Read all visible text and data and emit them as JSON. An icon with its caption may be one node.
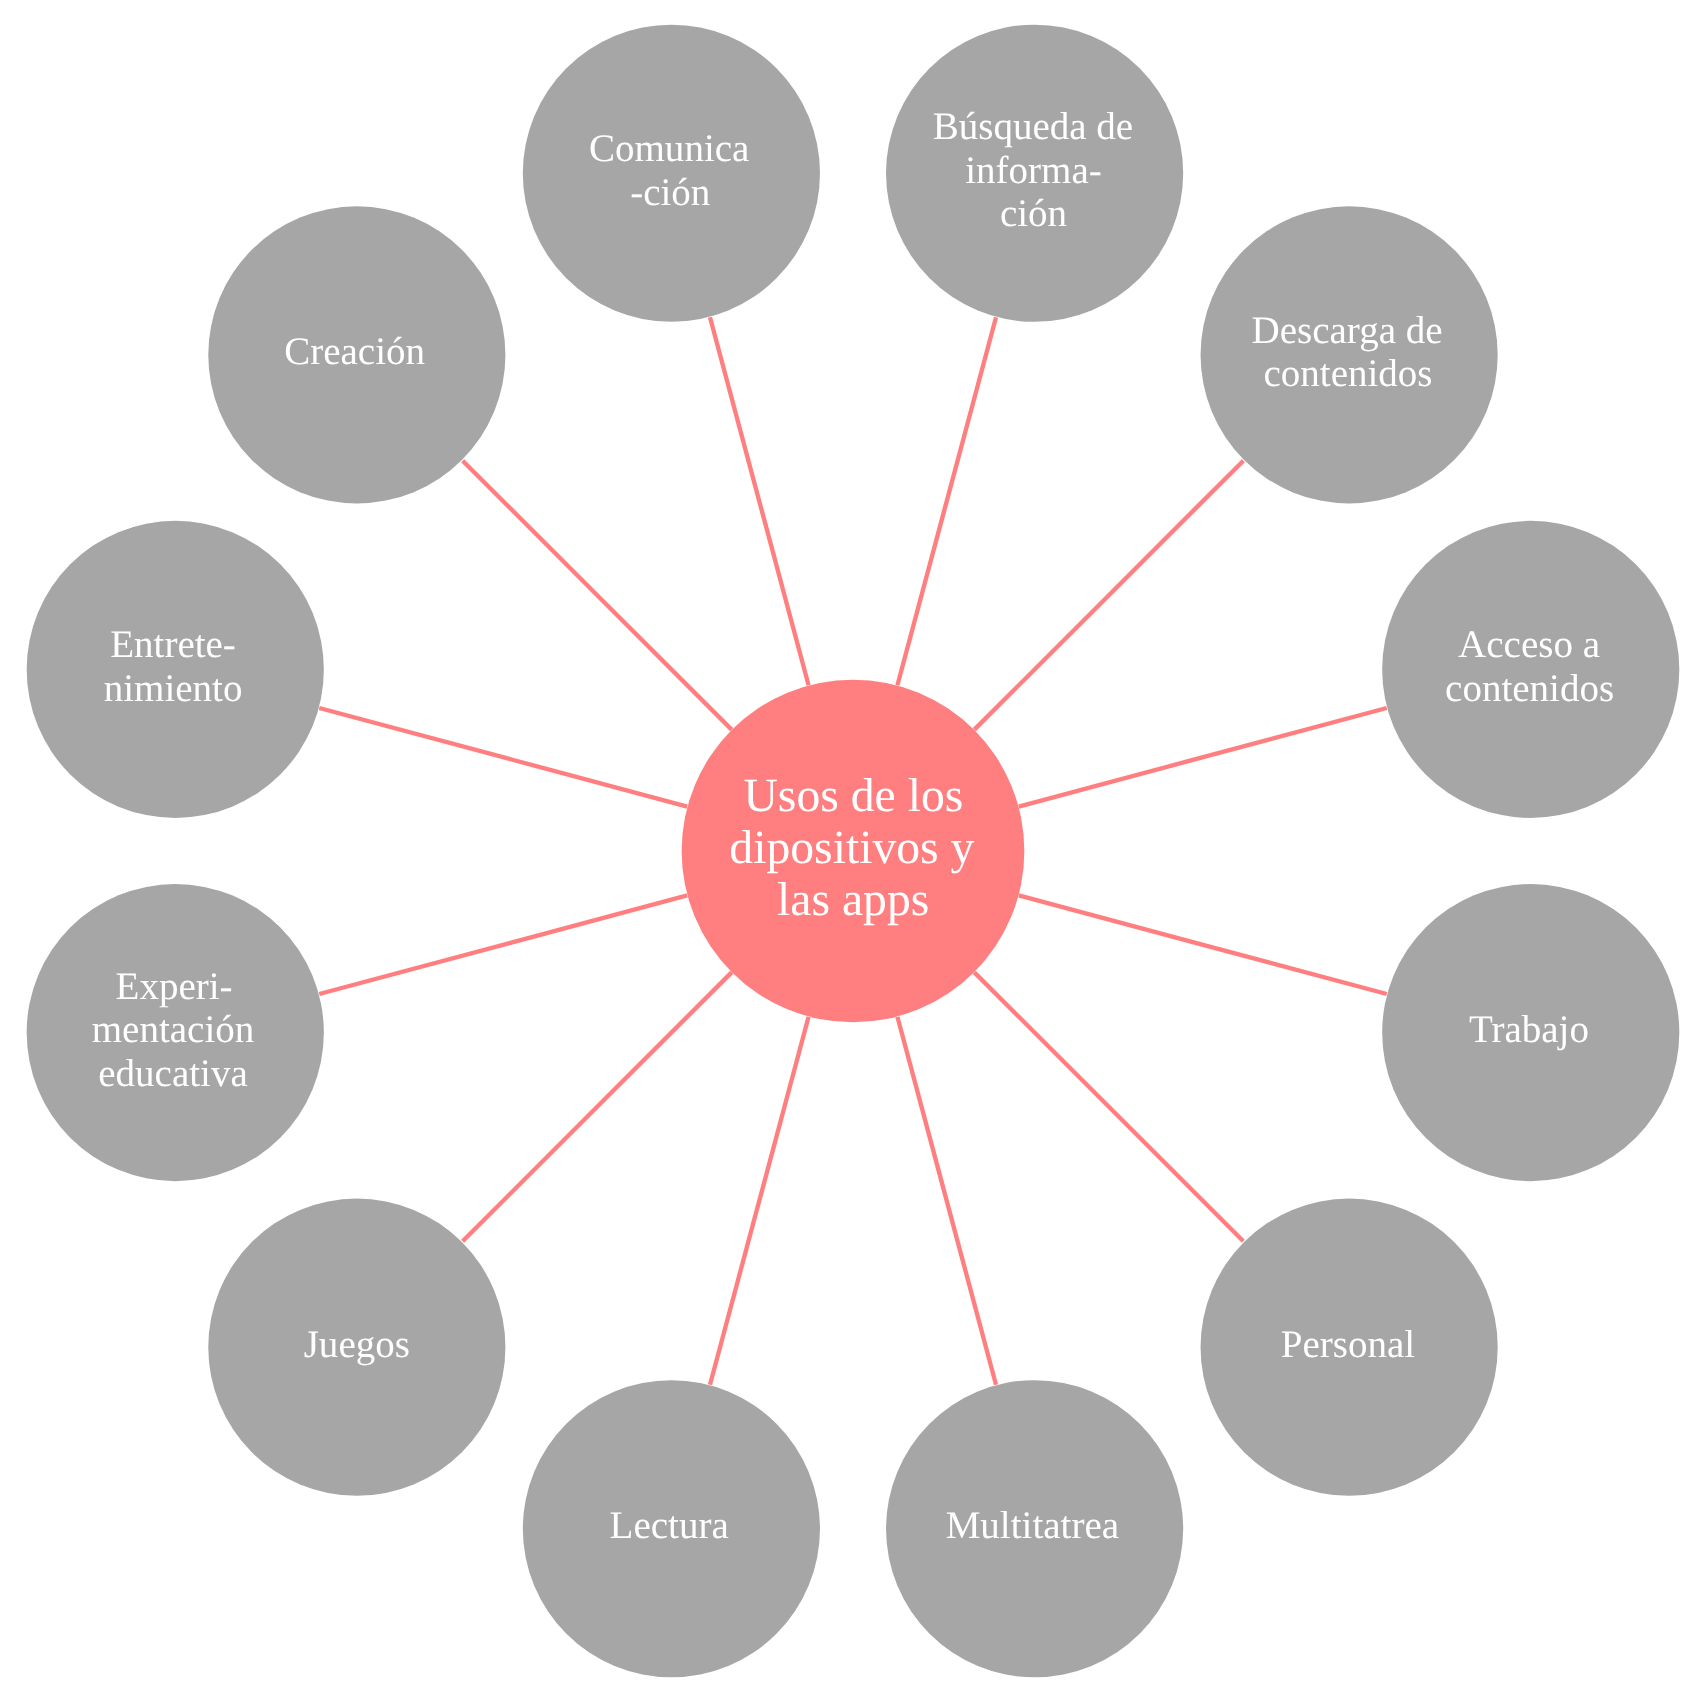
{
  "diagram": {
    "nodes": [
      {
        "text": [
          "Usos de los dipositivos y las apps"
        ]
      },
      {
        "text": [
          "Acceso a contenidos"
        ]
      },
      {
        "text": [
          "Descarga de contenidos"
        ]
      },
      {
        "text": [
          "Búsqueda de informa- ción"
        ]
      },
      {
        "text": [
          "Comunica -ción"
        ]
      },
      {
        "text": [
          "Creación"
        ]
      },
      {
        "text": [
          "Entrete- nimiento"
        ]
      },
      {
        "text": [
          "Experi- mentación educativa"
        ]
      },
      {
        "text": [
          "Juegos"
        ]
      },
      {
        "text": [
          "Lectura"
        ]
      },
      {
        "text": [
          "Multitatrea"
        ]
      },
      {
        "text": [
          "Personal"
        ]
      },
      {
        "text": [
          "Trabajo"
        ]
      }
    ],
    "edges": [
      {
        "from": 0,
        "to": 1,
        "arrow": "none"
      },
      {
        "from": 0,
        "to": 2,
        "arrow": "none"
      },
      {
        "from": 0,
        "to": 3,
        "arrow": "none"
      },
      {
        "from": 0,
        "to": 4,
        "arrow": "none"
      },
      {
        "from": 0,
        "to": 5,
        "arrow": "none"
      },
      {
        "from": 0,
        "to": 6,
        "arrow": "none"
      },
      {
        "from": 0,
        "to": 7,
        "arrow": "none"
      },
      {
        "from": 0,
        "to": 8,
        "arrow": "none"
      },
      {
        "from": 0,
        "to": 9,
        "arrow": "none"
      },
      {
        "from": 0,
        "to": 10,
        "arrow": "none"
      },
      {
        "from": 0,
        "to": 11,
        "arrow": "none"
      },
      {
        "from": 0,
        "to": 12,
        "arrow": "none"
      }
    ]
  }
}
